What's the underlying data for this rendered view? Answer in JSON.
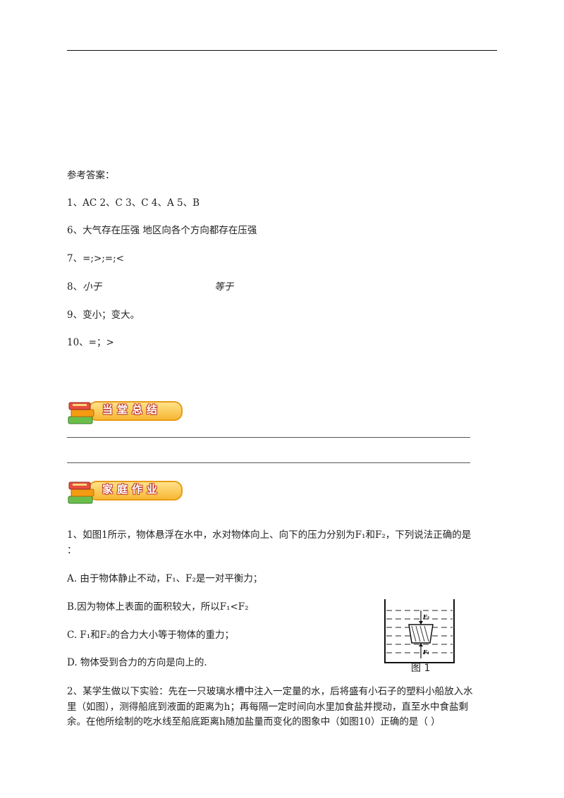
{
  "answers": {
    "title": "参考答案：",
    "l1": "1、AC      2、C    3、C 4、A     5、B",
    "l6": "6、大气存在压强        地区向各个方向都存在压强",
    "l7": "7、=;>;=;<",
    "l8a": "8、",
    "l8b": "小于",
    "l8c": "等于",
    "l9": "9、变小；变大。",
    "l10": "10、=；>"
  },
  "banner1": {
    "label": "当堂总结",
    "icon": "books-icon"
  },
  "banner2": {
    "label": "家庭作业",
    "icon": "books-icon"
  },
  "homework": {
    "q1a": "1、如图1所示，物体悬浮在水中，水对物体向上、向下的压力分别为F₁和F₂，下列说法正确的是",
    "q1b": "：",
    "optA": "A.  由于物体静止不动，F₁、F₂是一对平衡力；",
    "optB": "B.因为物体上表面的面积较大，所以F₁<F₂",
    "optC": "C. F₁和F₂的合力大小等于物体的重力；",
    "optD": "D. 物体受到合力的方向是向上的.",
    "fig_caption": "图 1",
    "fig_label_top": "F₂",
    "fig_label_bottom": "F₁",
    "q2a": "2、某学生做以下实验：先在一只玻璃水槽中注入一定量的水，后将盛有小石子的塑料小船放入水",
    "q2b": "里（如图），测得船底到液面的距离为h；再每隔一定时间向水里加食盐并搅动，直至水中食盐剩",
    "q2c": "余。在他所绘制的吃水线至船底距离h随加盐量而变化的图象中（如图10）正确的是（          ）"
  }
}
